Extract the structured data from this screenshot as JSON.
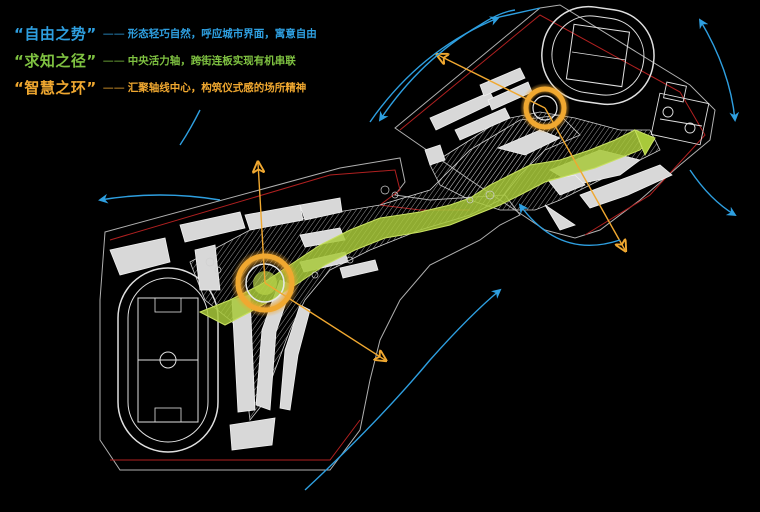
{
  "legend": [
    {
      "title": "“自由之势”",
      "dash": "——",
      "desc": "形态轻巧自然，呼应城市界面，寓意自由",
      "color": "#2e9fe0"
    },
    {
      "title": "“求知之径”",
      "dash": "——",
      "desc": "中央活力轴，跨街连板实现有机串联",
      "color": "#7fc241"
    },
    {
      "title": "“智慧之环”",
      "dash": "——",
      "desc": "汇聚轴线中心，构筑仪式感的场所精神",
      "color": "#f0a830"
    }
  ],
  "colors": {
    "background": "#000000",
    "blue_arrow": "#2e9fe0",
    "green_axis": "#a8c93a",
    "orange_ring": "#f0a830",
    "site_line": "#c0c0c0",
    "building": "#d8d8d8",
    "boundary_red": "#b02020"
  }
}
